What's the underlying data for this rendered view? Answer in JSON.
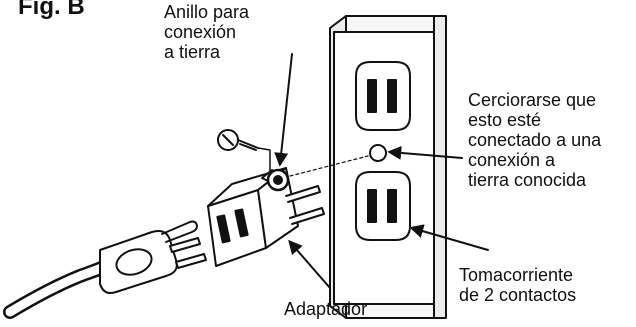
{
  "figure": {
    "label": "Fig. B"
  },
  "callouts": {
    "ground_ring": "Anillo para\nconexión\na tierra",
    "verify_ground": "Cerciorarse que\nesto esté\nconectado a una\nconexión a\ntierra conocida",
    "adapter": "Adaptador",
    "outlet": "Tomacorriente\nde 2 contactos"
  },
  "icons": [
    "screw-icon",
    "grounding-ring-icon",
    "power-plug-icon",
    "cord-icon",
    "adapter-icon",
    "wall-outlet-icon"
  ],
  "colors": {
    "ink": "#111111",
    "paper": "#ffffff",
    "outlet_plate": "#ececec"
  }
}
